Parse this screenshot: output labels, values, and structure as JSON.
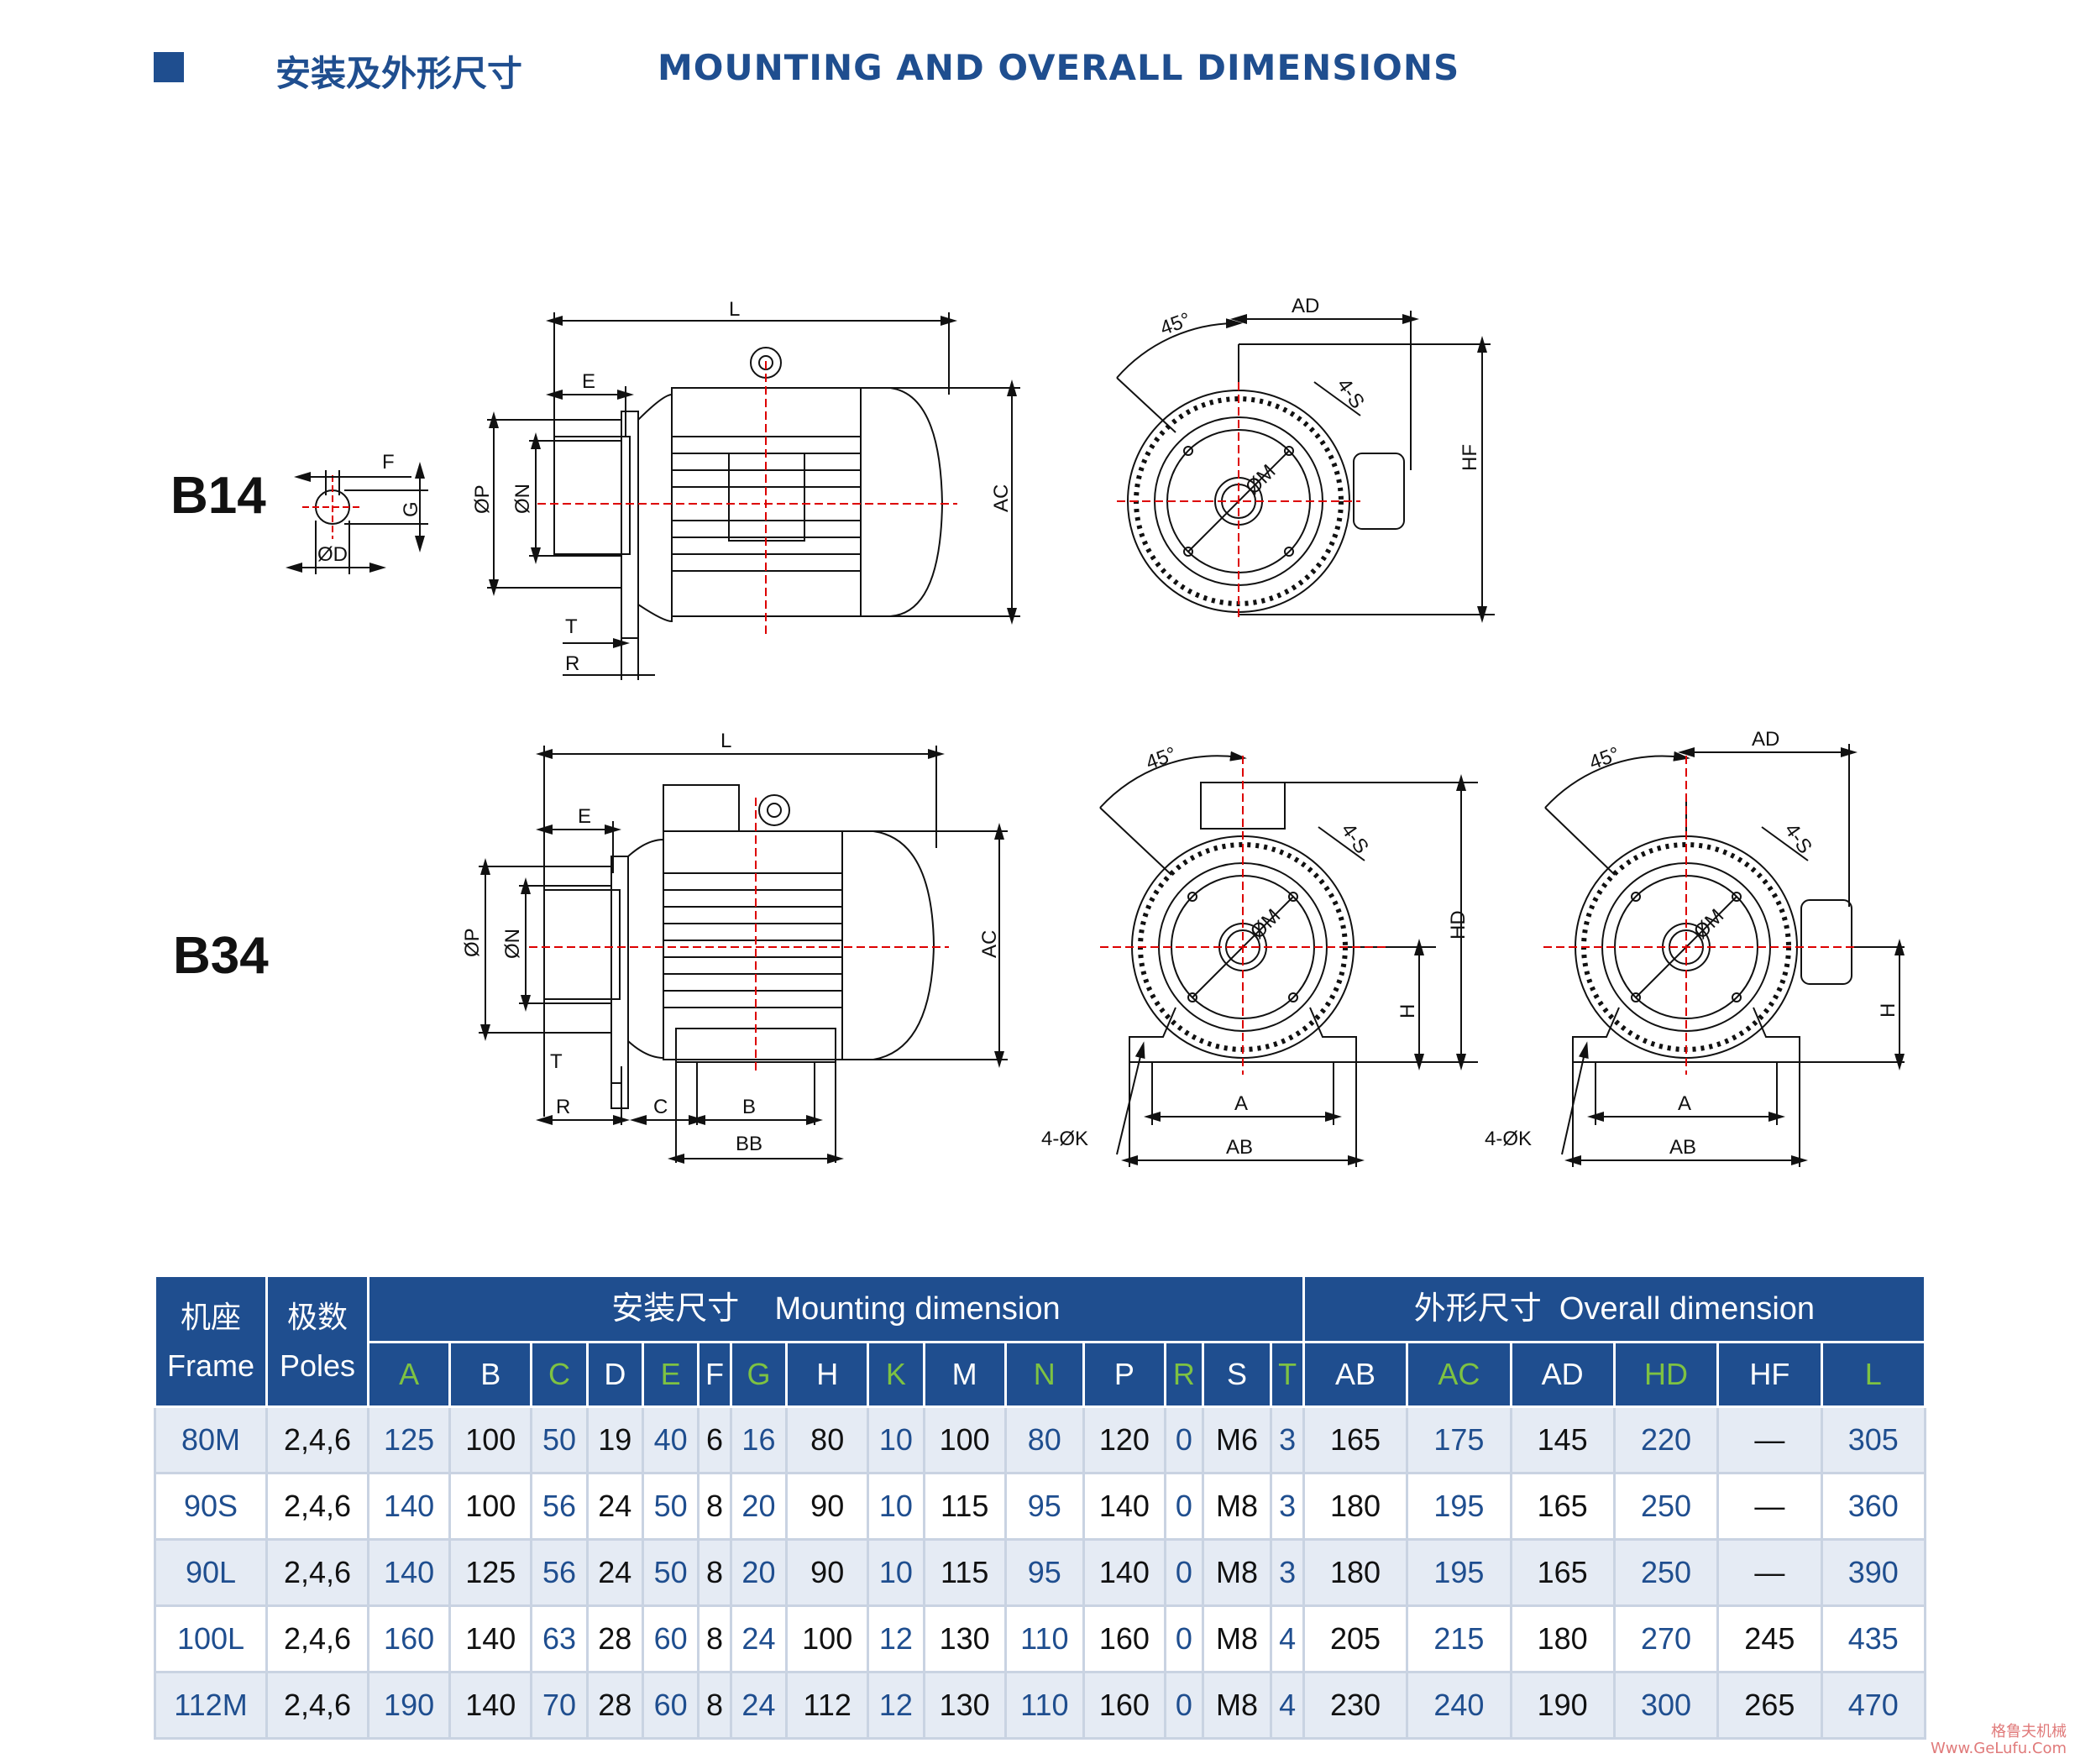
{
  "header": {
    "title_cn": "安装及外形尺寸",
    "title_en": "MOUNTING AND OVERALL DIMENSIONS"
  },
  "drawings": {
    "b14": {
      "label": "B14",
      "side_dims": [
        "L",
        "E",
        "ØP",
        "ØN",
        "AC",
        "T",
        "R"
      ],
      "shaft_dims": [
        "F",
        "G",
        "ØD"
      ],
      "end_dims": [
        "AD",
        "45°",
        "4-S",
        "ØM",
        "HF"
      ]
    },
    "b34": {
      "label": "B34",
      "side_dims": [
        "L",
        "E",
        "ØP",
        "ØN",
        "AC",
        "T",
        "R",
        "C",
        "B",
        "BB"
      ],
      "end1_dims": [
        "45°",
        "4-S",
        "ØM",
        "HD",
        "H",
        "A",
        "AB",
        "4-ØK"
      ],
      "end2_dims": [
        "45°",
        "AD",
        "4-S",
        "ØM",
        "H",
        "A",
        "AB",
        "4-ØK"
      ]
    }
  },
  "table": {
    "frame_cn": "机座",
    "frame_en": "Frame",
    "poles_cn": "极数",
    "poles_en": "Poles",
    "mounting_cn": "安装尺寸",
    "mounting_en": "Mounting dimension",
    "overall_cn": "外形尺寸",
    "overall_en": "Overall dimension",
    "columns": [
      "A",
      "B",
      "C",
      "D",
      "E",
      "F",
      "G",
      "H",
      "K",
      "M",
      "N",
      "P",
      "R",
      "S",
      "T",
      "AB",
      "AC",
      "AD",
      "HD",
      "HF",
      "L"
    ],
    "rows": [
      {
        "frame": "80M",
        "poles": "2,4,6",
        "values": [
          "125",
          "100",
          "50",
          "19",
          "40",
          "6",
          "16",
          "80",
          "10",
          "100",
          "80",
          "120",
          "0",
          "M6",
          "3",
          "165",
          "175",
          "145",
          "220",
          "—",
          "305"
        ]
      },
      {
        "frame": "90S",
        "poles": "2,4,6",
        "values": [
          "140",
          "100",
          "56",
          "24",
          "50",
          "8",
          "20",
          "90",
          "10",
          "115",
          "95",
          "140",
          "0",
          "M8",
          "3",
          "180",
          "195",
          "165",
          "250",
          "—",
          "360"
        ]
      },
      {
        "frame": "90L",
        "poles": "2,4,6",
        "values": [
          "140",
          "125",
          "56",
          "24",
          "50",
          "8",
          "20",
          "90",
          "10",
          "115",
          "95",
          "140",
          "0",
          "M8",
          "3",
          "180",
          "195",
          "165",
          "250",
          "—",
          "390"
        ]
      },
      {
        "frame": "100L",
        "poles": "2,4,6",
        "values": [
          "160",
          "140",
          "63",
          "28",
          "60",
          "8",
          "24",
          "100",
          "12",
          "130",
          "110",
          "160",
          "0",
          "M8",
          "4",
          "205",
          "215",
          "180",
          "270",
          "245",
          "435"
        ]
      },
      {
        "frame": "112M",
        "poles": "2,4,6",
        "values": [
          "190",
          "140",
          "70",
          "28",
          "60",
          "8",
          "24",
          "112",
          "12",
          "130",
          "110",
          "160",
          "0",
          "M8",
          "4",
          "230",
          "240",
          "190",
          "300",
          "265",
          "470"
        ]
      }
    ]
  },
  "watermark": {
    "line1": "格鲁夫机械",
    "line2": "Www.GeLufu.Com"
  }
}
